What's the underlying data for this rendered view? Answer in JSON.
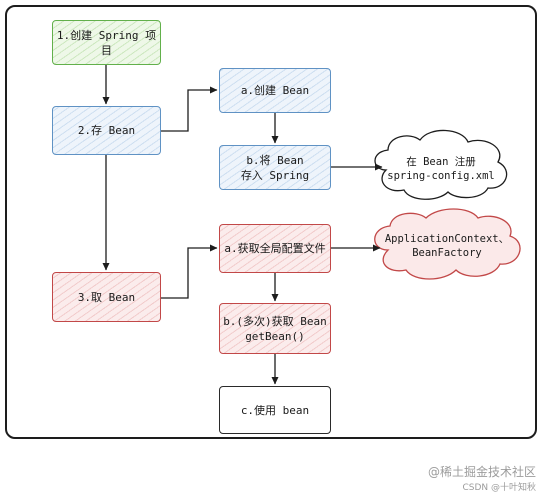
{
  "nodes": {
    "create_project": "1.创建 Spring 项目",
    "store_bean": "2.存 Bean",
    "create_bean": "a.创建 Bean",
    "register_bean": "b.将 Bean\n存入 Spring",
    "get_bean": "3.取 Bean",
    "get_config": "a.获取全局配置文件",
    "fetch_bean": "b.(多次)获取 Bean\ngetBean()",
    "use_bean": "c.使用 bean"
  },
  "clouds": {
    "register_config": "在 Bean 注册\nspring-config.xml",
    "contexts": "ApplicationContext、\nBeanFactory"
  },
  "watermark": {
    "line1": "@稀土掘金技术社区",
    "line2": "CSDN @十叶知秋"
  },
  "colors": {
    "green_stroke": "#62b04b",
    "blue_stroke": "#5f92c4",
    "red_stroke": "#c24848",
    "red_cloud_fill": "#fbe9e9"
  }
}
